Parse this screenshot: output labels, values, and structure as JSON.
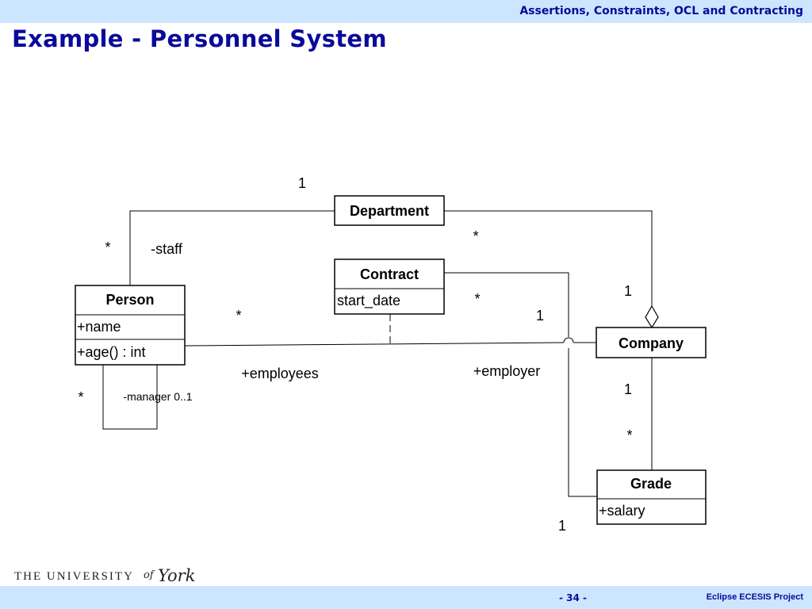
{
  "header": {
    "course_title": "Assertions, Constraints, OCL and Contracting"
  },
  "slide": {
    "title": "Example - Personnel System"
  },
  "diagram": {
    "classes": {
      "department": {
        "name": "Department"
      },
      "contract": {
        "name": "Contract",
        "attributes": [
          "start_date"
        ]
      },
      "person": {
        "name": "Person",
        "attributes": [
          "+name"
        ],
        "operations": [
          "+age() : int"
        ]
      },
      "company": {
        "name": "Company"
      },
      "grade": {
        "name": "Grade",
        "attributes": [
          "+salary"
        ]
      }
    },
    "labels": {
      "dept_person_dept_mult": "1",
      "dept_person_person_mult": "*",
      "staff_role": "-staff",
      "dept_company_dept_mult": "*",
      "dept_company_company_mult": "1",
      "contract_grade_contract_mult": "*",
      "person_company_company_mult": "1",
      "person_company_person_mult": "*",
      "employees_role": "+employees",
      "employer_role": "+employer",
      "company_grade_company_mult": "1",
      "company_grade_grade_mult": "*",
      "contract_grade_grade_mult": "1",
      "manager_mult": "*",
      "manager_role": "-manager 0..1"
    }
  },
  "footer": {
    "logo_main": "THE UNIVERSITY",
    "logo_of": "of",
    "logo_york": "York",
    "page": "- 34 -",
    "project": "Eclipse ECESIS Project"
  },
  "colors": {
    "bar_background": "#cce6ff",
    "title_text": "#0a0a9a"
  }
}
